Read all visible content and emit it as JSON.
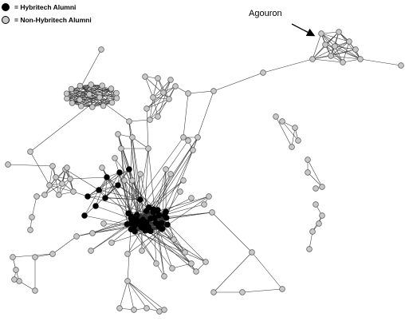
{
  "legend": {
    "items": [
      {
        "label": "= Hybritech Alumni",
        "color": "#000000"
      },
      {
        "label": "= Non-Hybritech Alumni",
        "color": "#c8c8c8"
      }
    ]
  },
  "annotation": {
    "label": "Agouron"
  },
  "colors": {
    "alumni": "#000000",
    "non_alumni": "#c8c8c8",
    "edge": "#333333",
    "node_stroke": "#555555"
  }
}
